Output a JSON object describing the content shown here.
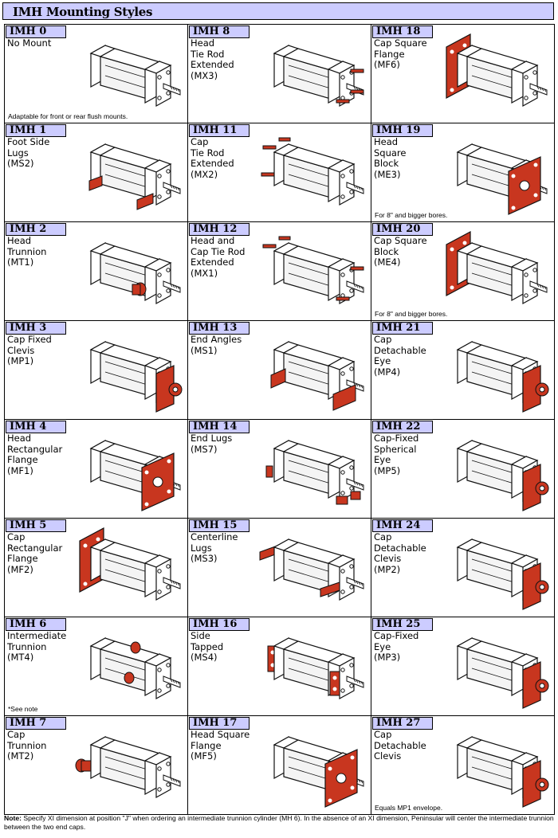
{
  "header": {
    "title": "IMH Mounting Styles"
  },
  "colors": {
    "title_bg": "#ccccff",
    "mount_red": "#c8361f",
    "cylinder_gray": "#f4f4f4",
    "outline": "#111111"
  },
  "styles": [
    {
      "code": "IMH 0",
      "name": "No Mount",
      "mount": "none",
      "footnote": "Adaptable for front or rear flush mounts."
    },
    {
      "code": "IMH 8",
      "name": "Head\nTie Rod\nExtended\n(MX3)",
      "mount": "head-rods",
      "footnote": ""
    },
    {
      "code": "IMH 18",
      "name": "Cap Square\nFlange\n(MF6)",
      "mount": "cap-flange",
      "footnote": ""
    },
    {
      "code": "IMH 1",
      "name": "Foot Side\nLugs\n(MS2)",
      "mount": "side-lugs",
      "footnote": ""
    },
    {
      "code": "IMH 11",
      "name": "Cap\nTie Rod\nExtended\n(MX2)",
      "mount": "cap-rods",
      "footnote": ""
    },
    {
      "code": "IMH 19",
      "name": "Head\nSquare\nBlock\n(ME3)",
      "mount": "head-block",
      "footnote": "For 8\" and bigger bores."
    },
    {
      "code": "IMH 2",
      "name": "Head\nTrunnion\n(MT1)",
      "mount": "head-trunnion",
      "footnote": ""
    },
    {
      "code": "IMH 12",
      "name": "Head and\nCap Tie Rod\nExtended\n(MX1)",
      "mount": "both-rods",
      "footnote": ""
    },
    {
      "code": "IMH 20",
      "name": "Cap Square\nBlock\n(ME4)",
      "mount": "cap-block",
      "footnote": "For 8\" and bigger bores."
    },
    {
      "code": "IMH 3",
      "name": "Cap Fixed\nClevis\n(MP1)",
      "mount": "cap-clevis",
      "footnote": ""
    },
    {
      "code": "IMH 13",
      "name": "End Angles\n(MS1)",
      "mount": "end-angles",
      "footnote": ""
    },
    {
      "code": "IMH 21",
      "name": "Cap\nDetachable\nEye\n(MP4)",
      "mount": "cap-eye-plate",
      "footnote": ""
    },
    {
      "code": "IMH 4",
      "name": "Head\nRectangular\nFlange\n(MF1)",
      "mount": "head-flange",
      "footnote": ""
    },
    {
      "code": "IMH 14",
      "name": "End Lugs\n(MS7)",
      "mount": "end-lugs",
      "footnote": ""
    },
    {
      "code": "IMH 22",
      "name": "Cap-Fixed\nSpherical\nEye\n(MP5)",
      "mount": "cap-spherical",
      "footnote": ""
    },
    {
      "code": "IMH 5",
      "name": "Cap\nRectangular\nFlange\n(MF2)",
      "mount": "cap-rect-flange",
      "footnote": ""
    },
    {
      "code": "IMH 15",
      "name": "Centerline\nLugs\n(MS3)",
      "mount": "centerline-lugs",
      "footnote": ""
    },
    {
      "code": "IMH 24",
      "name": "Cap\nDetachable\nClevis\n(MP2)",
      "mount": "cap-det-clevis",
      "footnote": ""
    },
    {
      "code": "IMH 6",
      "name": "Intermediate\nTrunnion\n(MT4)",
      "mount": "mid-trunnion",
      "footnote": "*See note"
    },
    {
      "code": "IMH 16",
      "name": "Side\nTapped\n(MS4)",
      "mount": "side-tapped",
      "footnote": ""
    },
    {
      "code": "IMH 25",
      "name": "Cap-Fixed\nEye\n(MP3)",
      "mount": "cap-eye",
      "footnote": ""
    },
    {
      "code": "IMH 7",
      "name": "Cap\nTrunnion\n(MT2)",
      "mount": "cap-trunnion",
      "footnote": ""
    },
    {
      "code": "IMH 17",
      "name": "Head Square\nFlange\n(MF5)",
      "mount": "head-sq-flange",
      "footnote": ""
    },
    {
      "code": "IMH 27",
      "name": "Cap\nDetachable\nClevis",
      "mount": "cap-det-clevis-2",
      "footnote": "Equals MP1 envelope."
    }
  ],
  "note": {
    "label": "Note:",
    "text": " Specify XI dimension at position \"J\" when ordering an intermediate trunnion cylinder (MH 6). In the absence of an XI dimension, Peninsular will center the intermediate trunnion between the two end caps."
  }
}
